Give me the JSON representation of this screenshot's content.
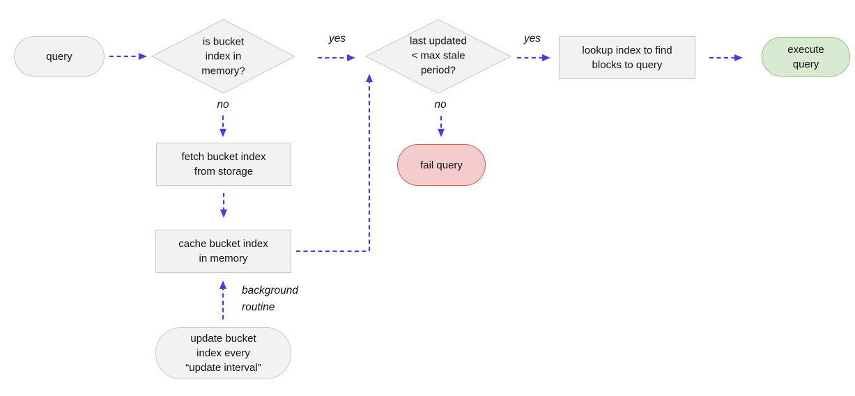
{
  "diagram": {
    "type": "flowchart",
    "colors": {
      "bg": "#ffffff",
      "ink": "#111111",
      "arrow": "#3f3fe3",
      "node_fill": "#f2f2f2",
      "node_border": "#c9c9c9",
      "success_fill": "#d9ead3",
      "success_border": "#93c47d",
      "fail_fill": "#f4cccc",
      "fail_border": "#d25c5c"
    },
    "nodes": {
      "query": {
        "shape": "pill",
        "lines": [
          "query"
        ]
      },
      "is_bucket_index_in_memory": {
        "shape": "diamond",
        "lines": [
          "is bucket",
          "index in",
          "memory?"
        ]
      },
      "last_updated_check": {
        "shape": "diamond",
        "lines": [
          "last updated",
          "< max stale",
          "period?"
        ]
      },
      "lookup_index": {
        "shape": "rect",
        "lines": [
          "lookup index to find",
          "blocks to query"
        ]
      },
      "execute_query": {
        "shape": "pill",
        "lines": [
          "execute",
          "query"
        ]
      },
      "fail_query": {
        "shape": "pill",
        "lines": [
          "fail query"
        ]
      },
      "fetch_bucket_index": {
        "shape": "rect",
        "lines": [
          "fetch bucket index",
          "from storage"
        ]
      },
      "cache_bucket_index": {
        "shape": "rect",
        "lines": [
          "cache bucket index",
          "in memory"
        ]
      },
      "update_bucket_index": {
        "shape": "pill",
        "lines": [
          "update bucket",
          "index every",
          "“update interval”"
        ]
      }
    },
    "edge_labels": {
      "yes1": "yes",
      "yes2": "yes",
      "no1": "no",
      "no2": "no",
      "background_routine": [
        "background",
        "routine"
      ]
    },
    "edges": [
      {
        "from": "query",
        "to": "is_bucket_index_in_memory",
        "label": ""
      },
      {
        "from": "is_bucket_index_in_memory",
        "to": "last_updated_check",
        "label": "yes"
      },
      {
        "from": "is_bucket_index_in_memory",
        "to": "fetch_bucket_index",
        "label": "no"
      },
      {
        "from": "last_updated_check",
        "to": "lookup_index",
        "label": "yes"
      },
      {
        "from": "last_updated_check",
        "to": "fail_query",
        "label": "no"
      },
      {
        "from": "lookup_index",
        "to": "execute_query",
        "label": ""
      },
      {
        "from": "fetch_bucket_index",
        "to": "cache_bucket_index",
        "label": ""
      },
      {
        "from": "cache_bucket_index",
        "to": "last_updated_check",
        "label": ""
      },
      {
        "from": "update_bucket_index",
        "to": "cache_bucket_index",
        "label": "background routine"
      }
    ]
  }
}
